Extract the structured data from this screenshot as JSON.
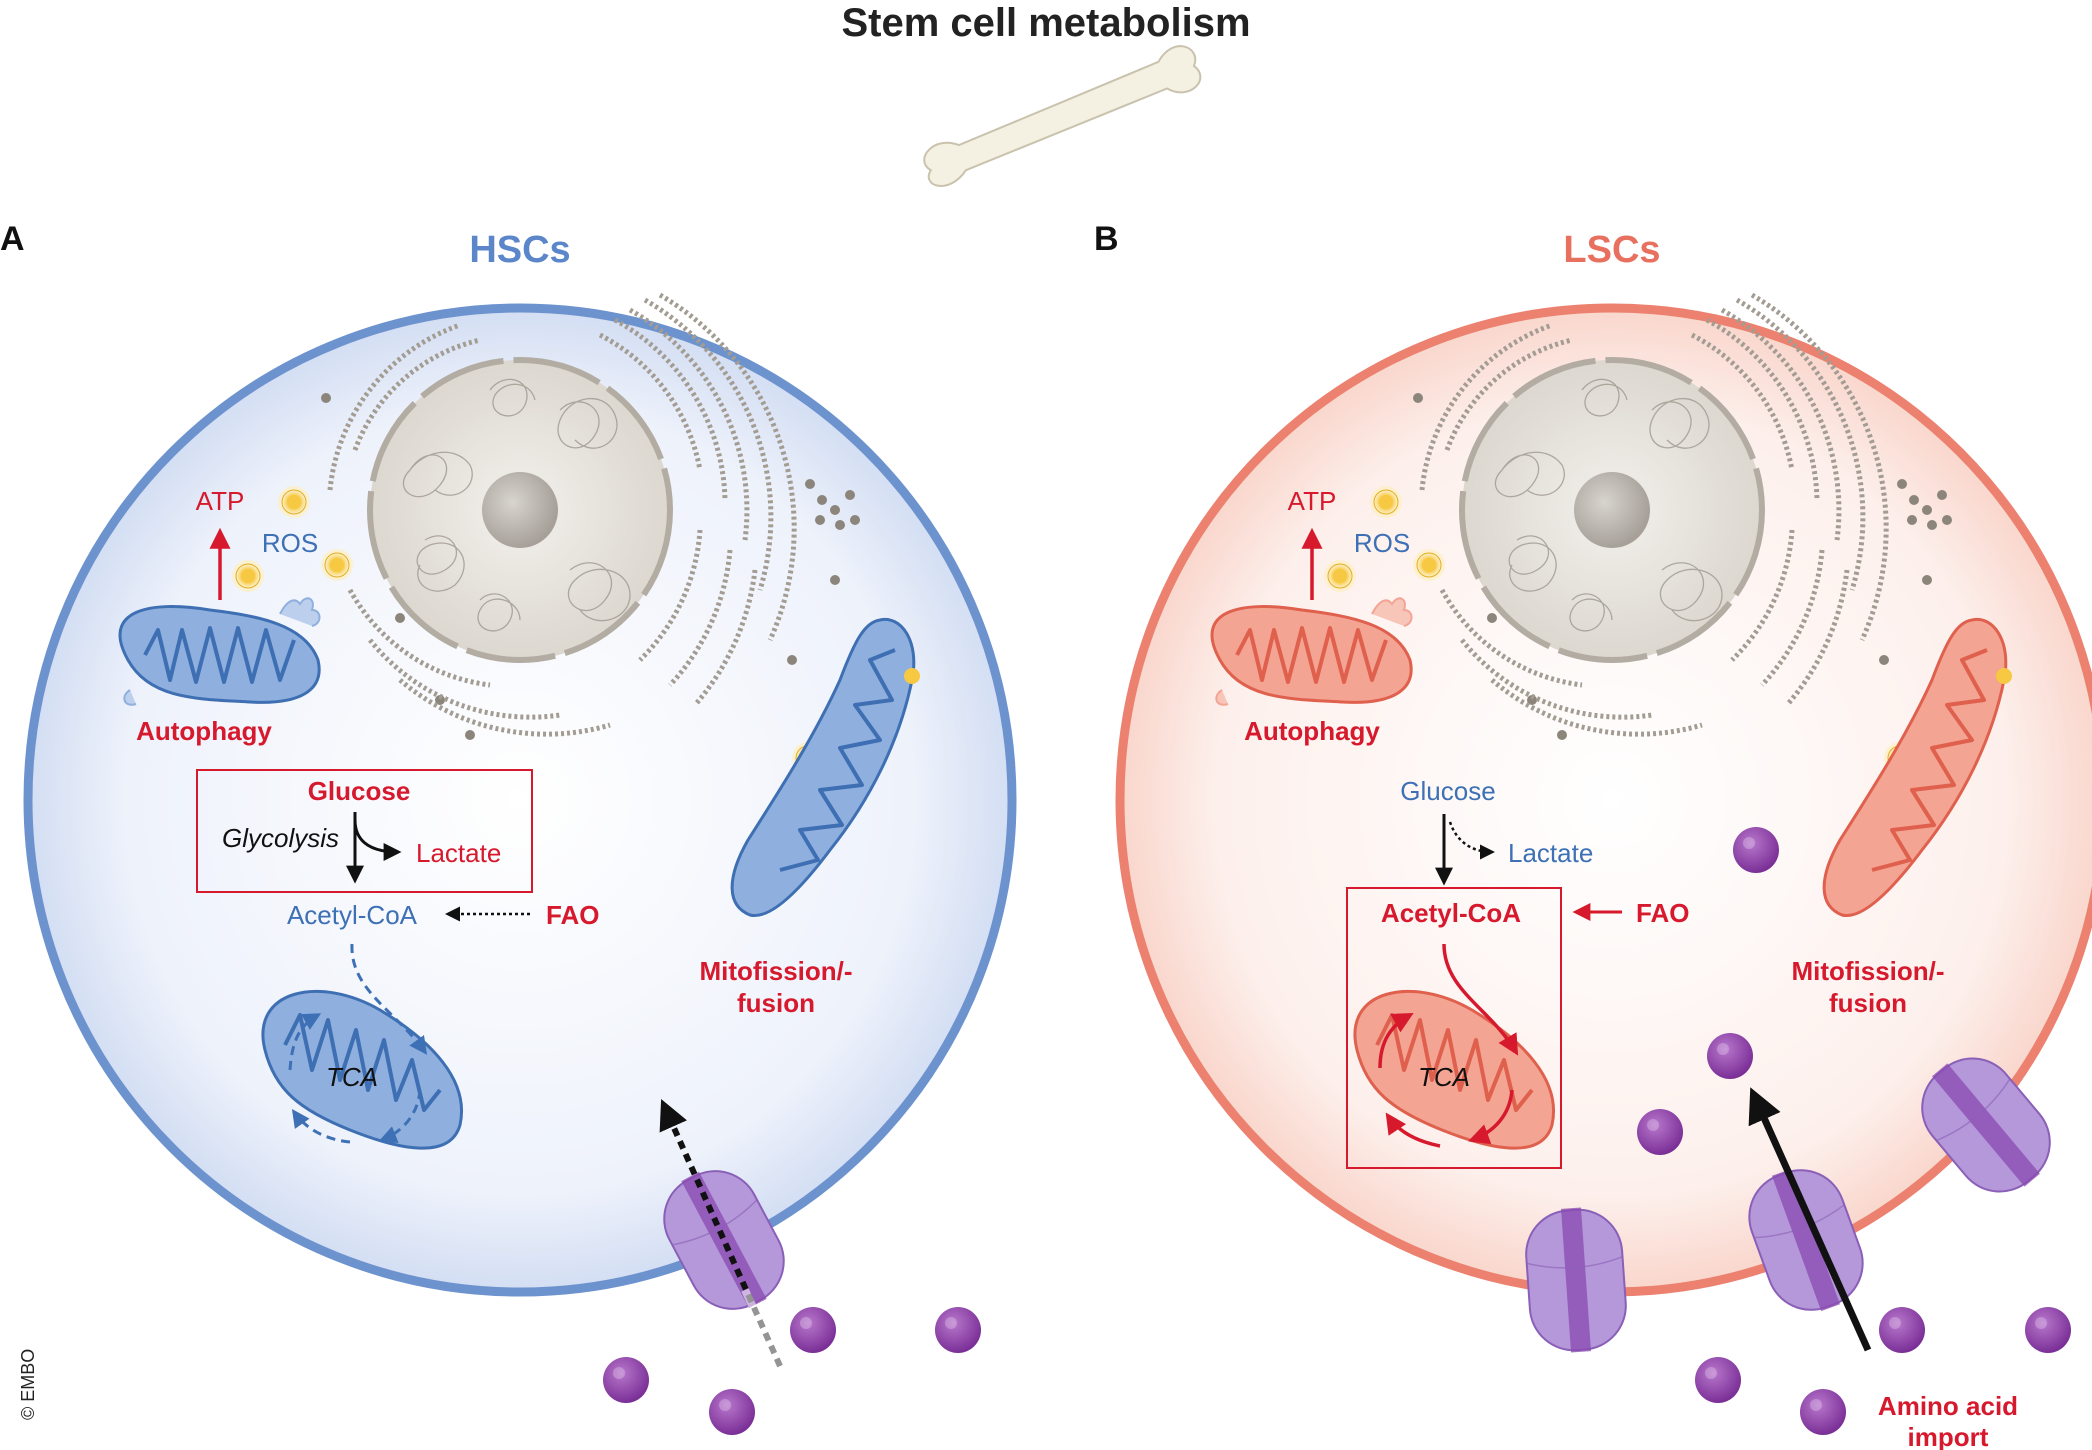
{
  "title": "Stem cell metabolism",
  "copyright": "© EMBO",
  "colors": {
    "hsc_blue": "#5b86c9",
    "lsc_red": "#e8705f",
    "highlight_red": "#d7192d",
    "text_blue": "#3e70b5",
    "transporter_purple": "#a77fc9",
    "amino_acid_purple": "#8a3fa3",
    "organelle_grey": "#b3aca3",
    "ros_yellow": "#f7c842"
  },
  "panels": {
    "a": {
      "letter": "A",
      "cell_type": "HSCs",
      "atp": "ATP",
      "ros": "ROS",
      "autophagy": "Autophagy",
      "glucose": "Glucose",
      "glycolysis": "Glycolysis",
      "lactate": "Lactate",
      "acetyl_coa": "Acetyl-CoA",
      "fao": "FAO",
      "tca": "TCA",
      "mito_line1": "Mitofission/-",
      "mito_line2": "fusion"
    },
    "b": {
      "letter": "B",
      "cell_type": "LSCs",
      "atp": "ATP",
      "ros": "ROS",
      "autophagy": "Autophagy",
      "glucose": "Glucose",
      "lactate": "Lactate",
      "acetyl_coa": "Acetyl-CoA",
      "fao": "FAO",
      "tca": "TCA",
      "mito_line1": "Mitofission/-",
      "mito_line2": "fusion",
      "amino_line1": "Amino acid",
      "amino_line2": "import"
    }
  },
  "icons": [
    "bone-icon",
    "nucleus-icon",
    "mitochondrion-icon",
    "transporter-icon",
    "amino-acid-icon",
    "ros-particle-icon"
  ]
}
